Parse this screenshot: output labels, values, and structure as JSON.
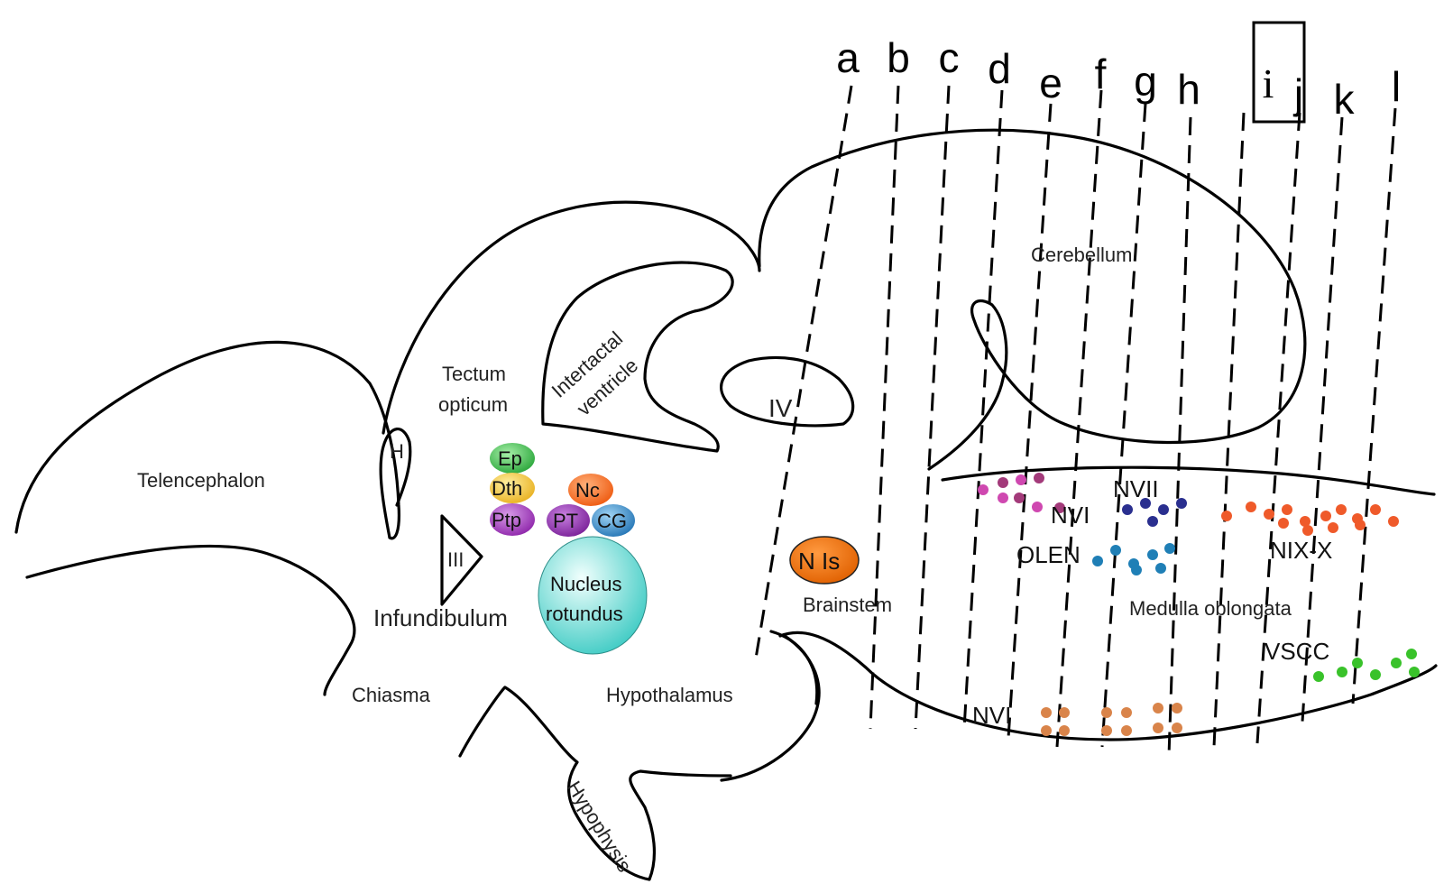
{
  "sections": [
    "a",
    "b",
    "c",
    "d",
    "e",
    "f",
    "g",
    "h",
    "i",
    "j",
    "k",
    "l"
  ],
  "selected_section": "i",
  "regions": {
    "telencephalon": "Telencephalon",
    "h": "H",
    "tectum_line1": "Tectum",
    "tectum_line2": "opticum",
    "intertectal_line1": "Intertactal",
    "intertectal_line2": "ventricle",
    "ventricle_iv": "IV",
    "ventricle_iii": "III",
    "cerebellum": "Cerebellum",
    "infundibulum": "Infundibulum",
    "chiasma": "Chiasma",
    "hypothalamus": "Hypothalamus",
    "hypophysis": "Hypophysis",
    "brainstem": "Brainstem",
    "medulla": "Medulla oblongata"
  },
  "nuclei": {
    "ep": "Ep",
    "dth": "Dth",
    "ptp": "Ptp",
    "nc": "Nc",
    "pt": "PT",
    "cg": "CG",
    "nucleus_rotundus_line1": "Nucleus",
    "nucleus_rotundus_line2": "rotundus",
    "nis": "N Is",
    "nvi_upper": "NVI",
    "nvii": "NVII",
    "olen": "OLEN",
    "nix_x": "NIX-X",
    "vscc": "VSCC",
    "nvi_lower": "NVI"
  },
  "colors": {
    "ep": "#3cb54a",
    "dth": "#f2c12e",
    "ptp": "#9b2fb5",
    "nc": "#f26a1b",
    "pt": "#8a2fae",
    "cg": "#2b86c5",
    "nucleus_rotundus": "#5fd6d0",
    "nis": "#f07010",
    "nvi_upper_dots": [
      "#cf48b0",
      "#a33a7a"
    ],
    "nvii_dots": "#2a2f8f",
    "olen_dots": "#1f7fb6",
    "nix_x_dots": "#ef5a2a",
    "vscc_dots": "#39c22a",
    "nvi_lower_dots": "#d9844a"
  }
}
